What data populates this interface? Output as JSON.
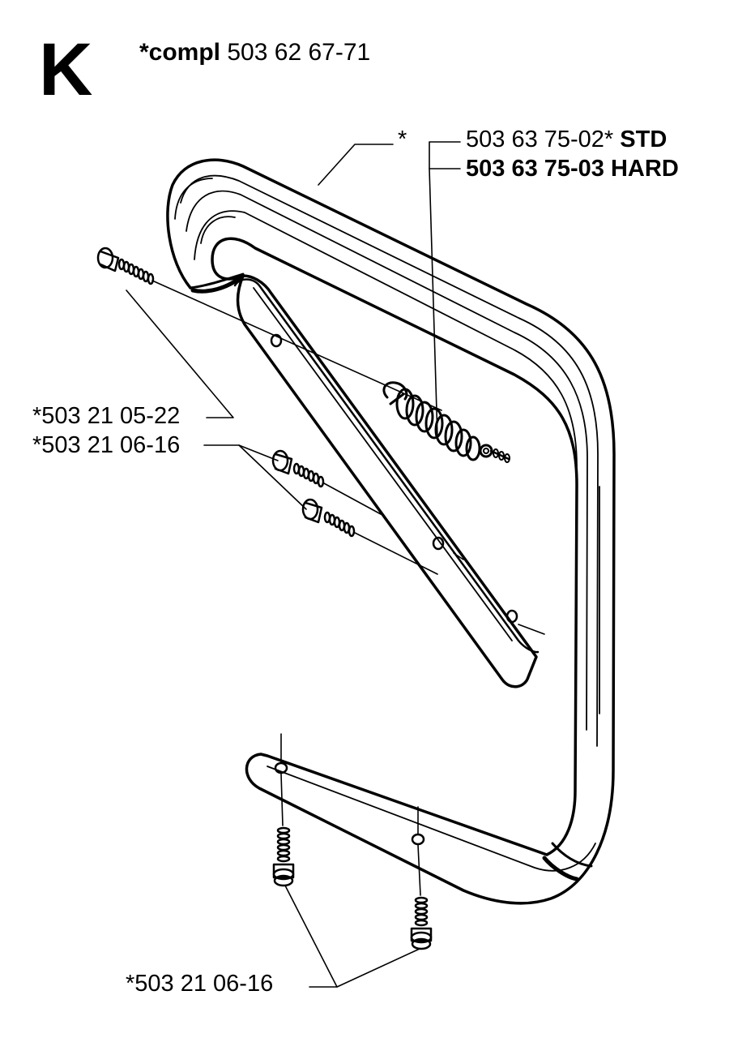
{
  "header": {
    "section_letter": "K",
    "compl_prefix": "*compl",
    "compl_number": "503 62 67-71"
  },
  "callouts": {
    "asterisk": "*",
    "std_number": "503 63 75-02*",
    "std_suffix": "STD",
    "hard_label": "503 63 75-03 HARD",
    "bolt_label_1": "*503 21 05-22",
    "bolt_label_2": "*503 21 06-16",
    "bolt_label_3": "*503 21 06-16"
  },
  "colors": {
    "ink": "#000000",
    "paper": "#ffffff"
  }
}
